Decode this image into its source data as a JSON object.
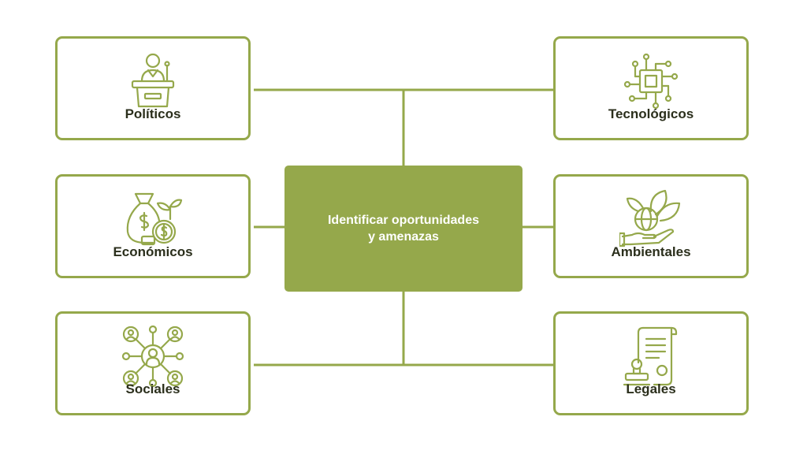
{
  "colors": {
    "accent": "#95a84b",
    "label_text": "#2b2f1c",
    "center_text": "#ffffff",
    "background": "#ffffff"
  },
  "center": {
    "line1": "Identificar oportunidades",
    "line2": "y amenazas"
  },
  "factors": [
    {
      "label": "Políticos",
      "icon": "podium-speaker-icon"
    },
    {
      "label": "Tecnológicos",
      "icon": "circuit-chip-icon"
    },
    {
      "label": "Económicos",
      "icon": "money-bag-coin-icon"
    },
    {
      "label": "Ambientales",
      "icon": "hand-globe-leaves-icon"
    },
    {
      "label": "Sociales",
      "icon": "people-network-icon"
    },
    {
      "label": "Legales",
      "icon": "document-stamp-icon"
    }
  ]
}
